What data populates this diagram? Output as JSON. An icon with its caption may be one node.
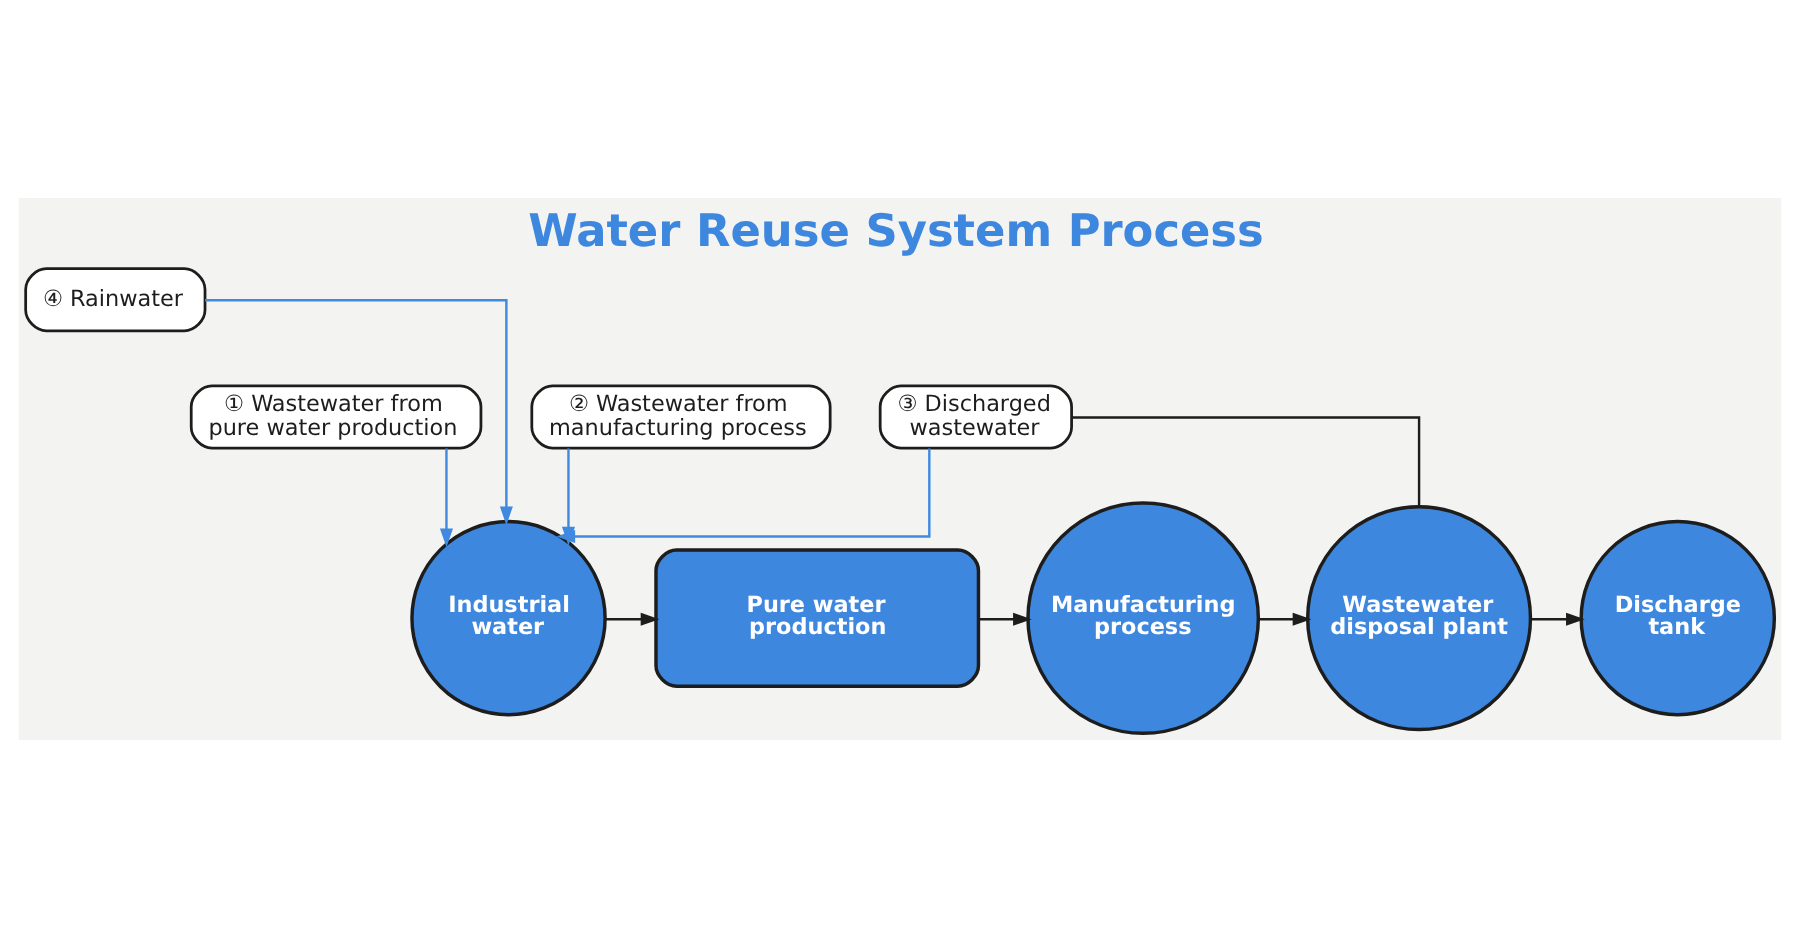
{
  "diagram": {
    "title": "Water Reuse System Process",
    "nodes": [
      {
        "text": [
          "④ Rainwater"
        ]
      },
      {
        "text": [
          "① Wastewater from pure water production"
        ]
      },
      {
        "text": [
          "② Wastewater from manufacturing process"
        ]
      },
      {
        "text": [
          "③ Discharged wastewater"
        ]
      },
      {
        "text": [
          "Industrial water"
        ]
      },
      {
        "text": [
          "Pure water production"
        ]
      },
      {
        "text": [
          "Manufacturing process"
        ]
      },
      {
        "text": [
          "Wastewater disposal plant"
        ]
      },
      {
        "text": [
          "Discharge tank"
        ]
      }
    ],
    "edges": [
      {
        "from": 4,
        "to": 5,
        "arrow": "to"
      },
      {
        "from": 5,
        "to": 6,
        "arrow": "to"
      },
      {
        "from": 6,
        "to": 7,
        "arrow": "to"
      },
      {
        "from": 7,
        "to": 8,
        "arrow": "to"
      },
      {
        "from": 7,
        "to": 3,
        "arrow": "none"
      },
      {
        "from": 1,
        "to": 4,
        "arrow": "to",
        "color": "#3f8ae0"
      },
      {
        "from": 2,
        "to": 4,
        "arrow": "to",
        "color": "#3f8ae0"
      },
      {
        "from": 3,
        "to": 4,
        "arrow": "to",
        "color": "#3f8ae0"
      },
      {
        "from": 0,
        "to": 4,
        "arrow": "to",
        "color": "#3f8ae0"
      }
    ]
  }
}
